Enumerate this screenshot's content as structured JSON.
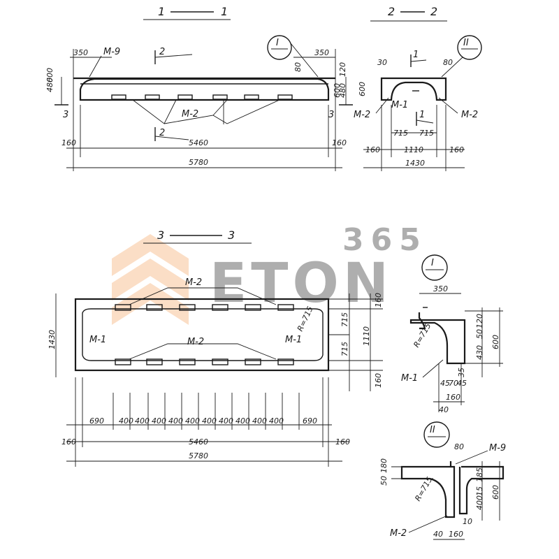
{
  "sections": {
    "s1": {
      "title_left": "1",
      "title_right": "1"
    },
    "s2": {
      "title_left": "2",
      "title_right": "2"
    },
    "s3": {
      "title_left": "3",
      "title_right": "3"
    }
  },
  "marks": {
    "m1": "M-1",
    "m2": "M-2",
    "m9": "M-9"
  },
  "callouts": {
    "c1": "I",
    "c2": "II"
  },
  "cut_numbers": {
    "n1": "1",
    "n2": "2",
    "n3": "3"
  },
  "radius": "R=715",
  "watermark": {
    "number": "365",
    "brand": "ETON"
  },
  "dims_s1": {
    "left_top": "350",
    "right_top": "350",
    "total_inner": "5460",
    "total": "5780",
    "end_left": "160",
    "end_right": "160",
    "h_right_80": "80",
    "h_120": "120",
    "h_480": "480",
    "h_600": "600",
    "h_left": "600",
    "h_left_480": "480"
  },
  "dims_s2": {
    "d30": "30",
    "d80": "80",
    "h600": "600",
    "d715a": "715",
    "d715b": "715",
    "d160a": "160",
    "d1110": "1110",
    "d160b": "160",
    "d1430": "1430"
  },
  "dims_s3": {
    "h1430": "1430",
    "h160a": "160",
    "h715a": "715",
    "h1110": "1110",
    "h715b": "715",
    "h160b": "160",
    "spacing": [
      "690",
      "400",
      "400",
      "400",
      "400",
      "400",
      "400",
      "400",
      "400",
      "400",
      "400",
      "690"
    ],
    "end_left": "160",
    "inner": "5460",
    "end_right": "160",
    "total": "5780"
  },
  "dims_d1": {
    "w350": "350",
    "h20": "120",
    "h50": "50",
    "h430": "430",
    "h600": "600",
    "h35": "35",
    "d45a": "45",
    "d70": "70",
    "d45b": "45",
    "d160": "160",
    "d40": "40"
  },
  "dims_d2": {
    "d80": "80",
    "h50": "50",
    "h180": "180",
    "h185": "185",
    "h15": "15",
    "h400": "400",
    "h600": "600",
    "d10": "10",
    "d40": "40",
    "d160": "160"
  }
}
